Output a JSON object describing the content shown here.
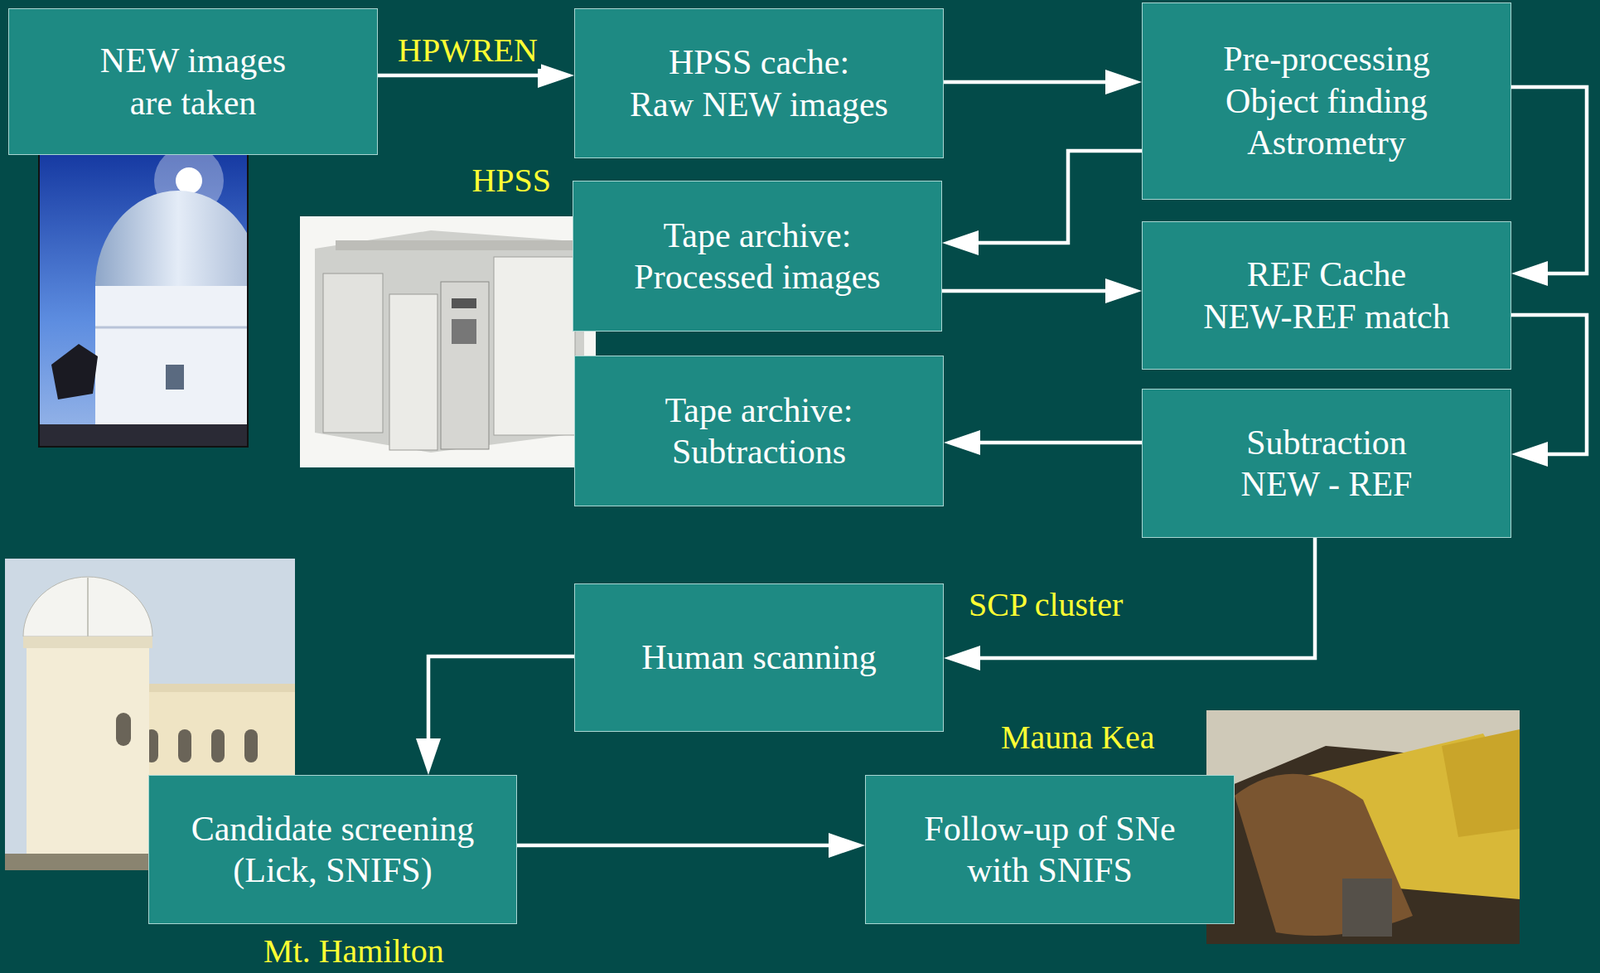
{
  "diagram": {
    "nodes": [
      {
        "text": [
          "NEW images are taken"
        ]
      },
      {
        "text": [
          "HPSS cache: Raw NEW images"
        ]
      },
      {
        "text": [
          "Pre-processing Object finding Astrometry"
        ]
      },
      {
        "text": [
          "Tape archive: Processed images"
        ]
      },
      {
        "text": [
          "REF Cache NEW-REF match"
        ]
      },
      {
        "text": [
          "Tape archive: Subtractions"
        ]
      },
      {
        "text": [
          "Subtraction NEW - REF"
        ]
      },
      {
        "text": [
          "Human scanning"
        ]
      },
      {
        "text": [
          "Candidate screening (Lick, SNIFS)"
        ]
      },
      {
        "text": [
          "Follow-up of SNe with SNIFS"
        ]
      }
    ],
    "edges": [
      {
        "from": 0,
        "to": 1,
        "arrow": "to",
        "label": "HPWREN"
      },
      {
        "from": 1,
        "to": 2,
        "arrow": "to"
      },
      {
        "from": 2,
        "to": 3,
        "arrow": "to"
      },
      {
        "from": 2,
        "to": 4,
        "arrow": "to"
      },
      {
        "from": 3,
        "to": 4,
        "arrow": "to"
      },
      {
        "from": 4,
        "to": 6,
        "arrow": "to"
      },
      {
        "from": 6,
        "to": 5,
        "arrow": "to"
      },
      {
        "from": 6,
        "to": 7,
        "arrow": "to"
      },
      {
        "from": 7,
        "to": 8,
        "arrow": "to"
      },
      {
        "from": 8,
        "to": 9,
        "arrow": "to"
      }
    ],
    "labels": [
      "HPSS",
      "SCP cluster",
      "Mauna Kea",
      "Mt. Hamilton"
    ]
  }
}
